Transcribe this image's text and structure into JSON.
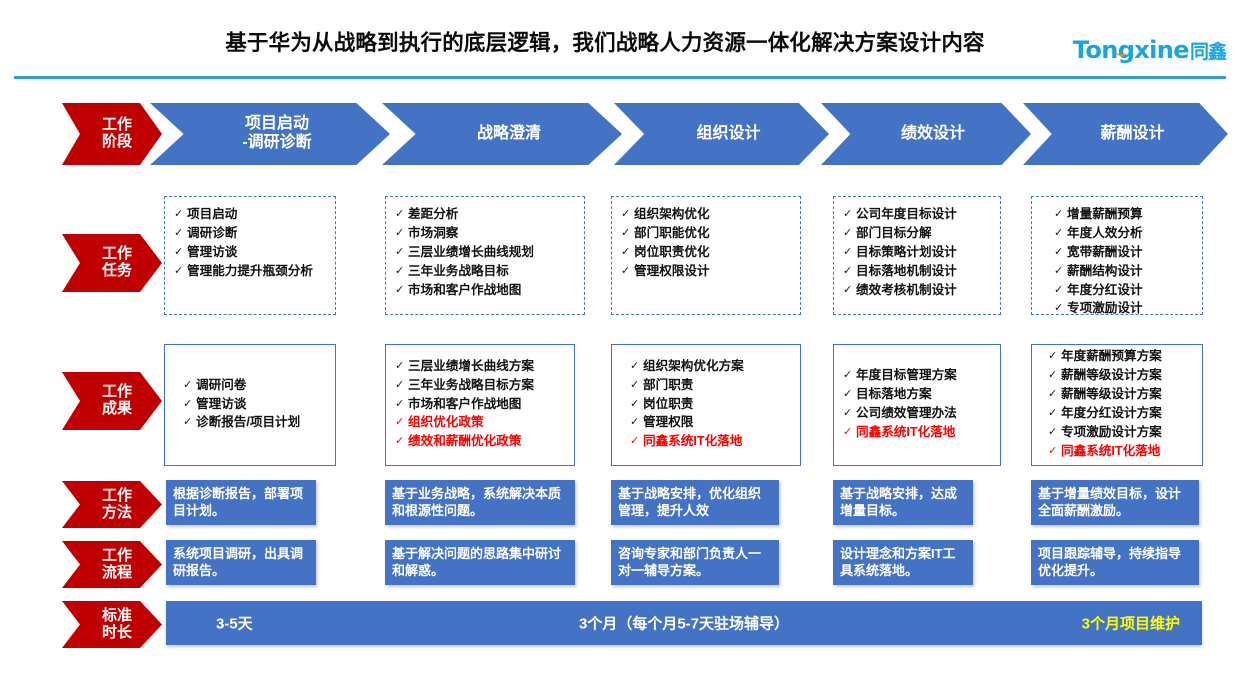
{
  "header": {
    "title": "基于华为从战略到执行的底层逻辑，我们战略人力资源一体化解决方案设计内容",
    "logo_latin": "Tongxine",
    "logo_cn": "同鑫",
    "accent_blue": "#2e9fd4",
    "accent_orange": "#f39200"
  },
  "row_labels": {
    "stage": "工作\n阶段",
    "stage_l1": "工作",
    "stage_l2": "阶段",
    "tasks_l1": "工作",
    "tasks_l2": "任务",
    "results_l1": "工作",
    "results_l2": "成果",
    "methods_l1": "工作",
    "methods_l2": "方法",
    "process_l1": "工作",
    "process_l2": "流程",
    "duration_l1": "标准",
    "duration_l2": "时长"
  },
  "colors": {
    "label_red": "#C00000",
    "stage_blue": "#4472C4",
    "highlight_red": "#FF0000",
    "highlight_yellow": "#FFFF00"
  },
  "stages": [
    {
      "line1": "项目启动",
      "line2": "-调研诊断"
    },
    {
      "line1": "战略澄清",
      "line2": ""
    },
    {
      "line1": "组织设计",
      "line2": ""
    },
    {
      "line1": "绩效设计",
      "line2": ""
    },
    {
      "line1": "薪酬设计",
      "line2": ""
    }
  ],
  "tasks": [
    {
      "items": [
        {
          "text": "项目启动",
          "red": false
        },
        {
          "text": "调研诊断",
          "red": false
        },
        {
          "text": "管理访谈",
          "red": false
        },
        {
          "text": "管理能力提升瓶颈分析",
          "red": false
        }
      ]
    },
    {
      "items": [
        {
          "text": "差距分析",
          "red": false
        },
        {
          "text": "市场洞察",
          "red": false
        },
        {
          "text": "三层业绩增长曲线规划",
          "red": false
        },
        {
          "text": "三年业务战略目标",
          "red": false
        },
        {
          "text": "市场和客户作战地图",
          "red": false
        }
      ]
    },
    {
      "items": [
        {
          "text": "组织架构优化",
          "red": false
        },
        {
          "text": "部门职能优化",
          "red": false
        },
        {
          "text": "岗位职责优化",
          "red": false
        },
        {
          "text": "管理权限设计",
          "red": false
        }
      ]
    },
    {
      "items": [
        {
          "text": "公司年度目标设计",
          "red": false
        },
        {
          "text": "部门目标分解",
          "red": false
        },
        {
          "text": "目标策略计划设计",
          "red": false
        },
        {
          "text": "目标落地机制设计",
          "red": false
        },
        {
          "text": "绩效考核机制设计",
          "red": false
        }
      ]
    },
    {
      "items": [
        {
          "text": "增量薪酬预算",
          "red": false
        },
        {
          "text": "年度人效分析",
          "red": false
        },
        {
          "text": "宽带薪酬设计",
          "red": false
        },
        {
          "text": "薪酬结构设计",
          "red": false
        },
        {
          "text": "年度分红设计",
          "red": false
        },
        {
          "text": "专项激励设计",
          "red": false
        }
      ]
    }
  ],
  "results": [
    {
      "items": [
        {
          "text": "调研问卷",
          "red": false
        },
        {
          "text": "管理访谈",
          "red": false
        },
        {
          "text": "诊断报告/项目计划",
          "red": false
        }
      ]
    },
    {
      "items": [
        {
          "text": "三层业绩增长曲线方案",
          "red": false
        },
        {
          "text": "三年业务战略目标方案",
          "red": false
        },
        {
          "text": "市场和客户作战地图",
          "red": false
        },
        {
          "text": "组织优化政策",
          "red": true
        },
        {
          "text": "绩效和薪酬优化政策",
          "red": true
        }
      ]
    },
    {
      "items": [
        {
          "text": "组织架构优化方案",
          "red": false
        },
        {
          "text": "部门职责",
          "red": false
        },
        {
          "text": "岗位职责",
          "red": false
        },
        {
          "text": "管理权限",
          "red": false
        },
        {
          "text": "同鑫系统IT化落地",
          "red": true
        }
      ]
    },
    {
      "items": [
        {
          "text": "年度目标管理方案",
          "red": false
        },
        {
          "text": "目标落地方案",
          "red": false
        },
        {
          "text": "公司绩效管理办法",
          "red": false
        },
        {
          "text": "同鑫系统IT化落地",
          "red": true
        }
      ]
    },
    {
      "items": [
        {
          "text": "年度薪酬预算方案",
          "red": false
        },
        {
          "text": "薪酬等级设计方案",
          "red": false
        },
        {
          "text": "薪酬等级设计方案",
          "red": false
        },
        {
          "text": "年度分红设计方案",
          "red": false
        },
        {
          "text": "专项激励设计方案",
          "red": false
        },
        {
          "text": "同鑫系统IT化落地",
          "red": true
        }
      ]
    }
  ],
  "methods": [
    "根据诊断报告，部署项目计划。",
    "基于业务战略，系统解决本质和根源性问题。",
    "基于战略安排，优化组织管理，提升人效",
    "基于战略安排，达成增量目标。",
    "基于增量绩效目标，设计全面薪酬激励。"
  ],
  "processes": [
    "系统项目调研，出具调研报告。",
    "基于解决问题的思路集中研讨和解惑。",
    "咨询专家和部门负责人一对一辅导方案。",
    "设计理念和方案IT工具系统落地。",
    "项目跟踪辅导，持续指导优化提升。"
  ],
  "durations": [
    {
      "text": "3-5天",
      "highlight": false
    },
    {
      "text": "3个月（每个月5-7天驻场辅导）",
      "highlight": false
    },
    {
      "text": "3个月项目维护",
      "highlight": true
    }
  ],
  "icons": {
    "check": "✓"
  }
}
